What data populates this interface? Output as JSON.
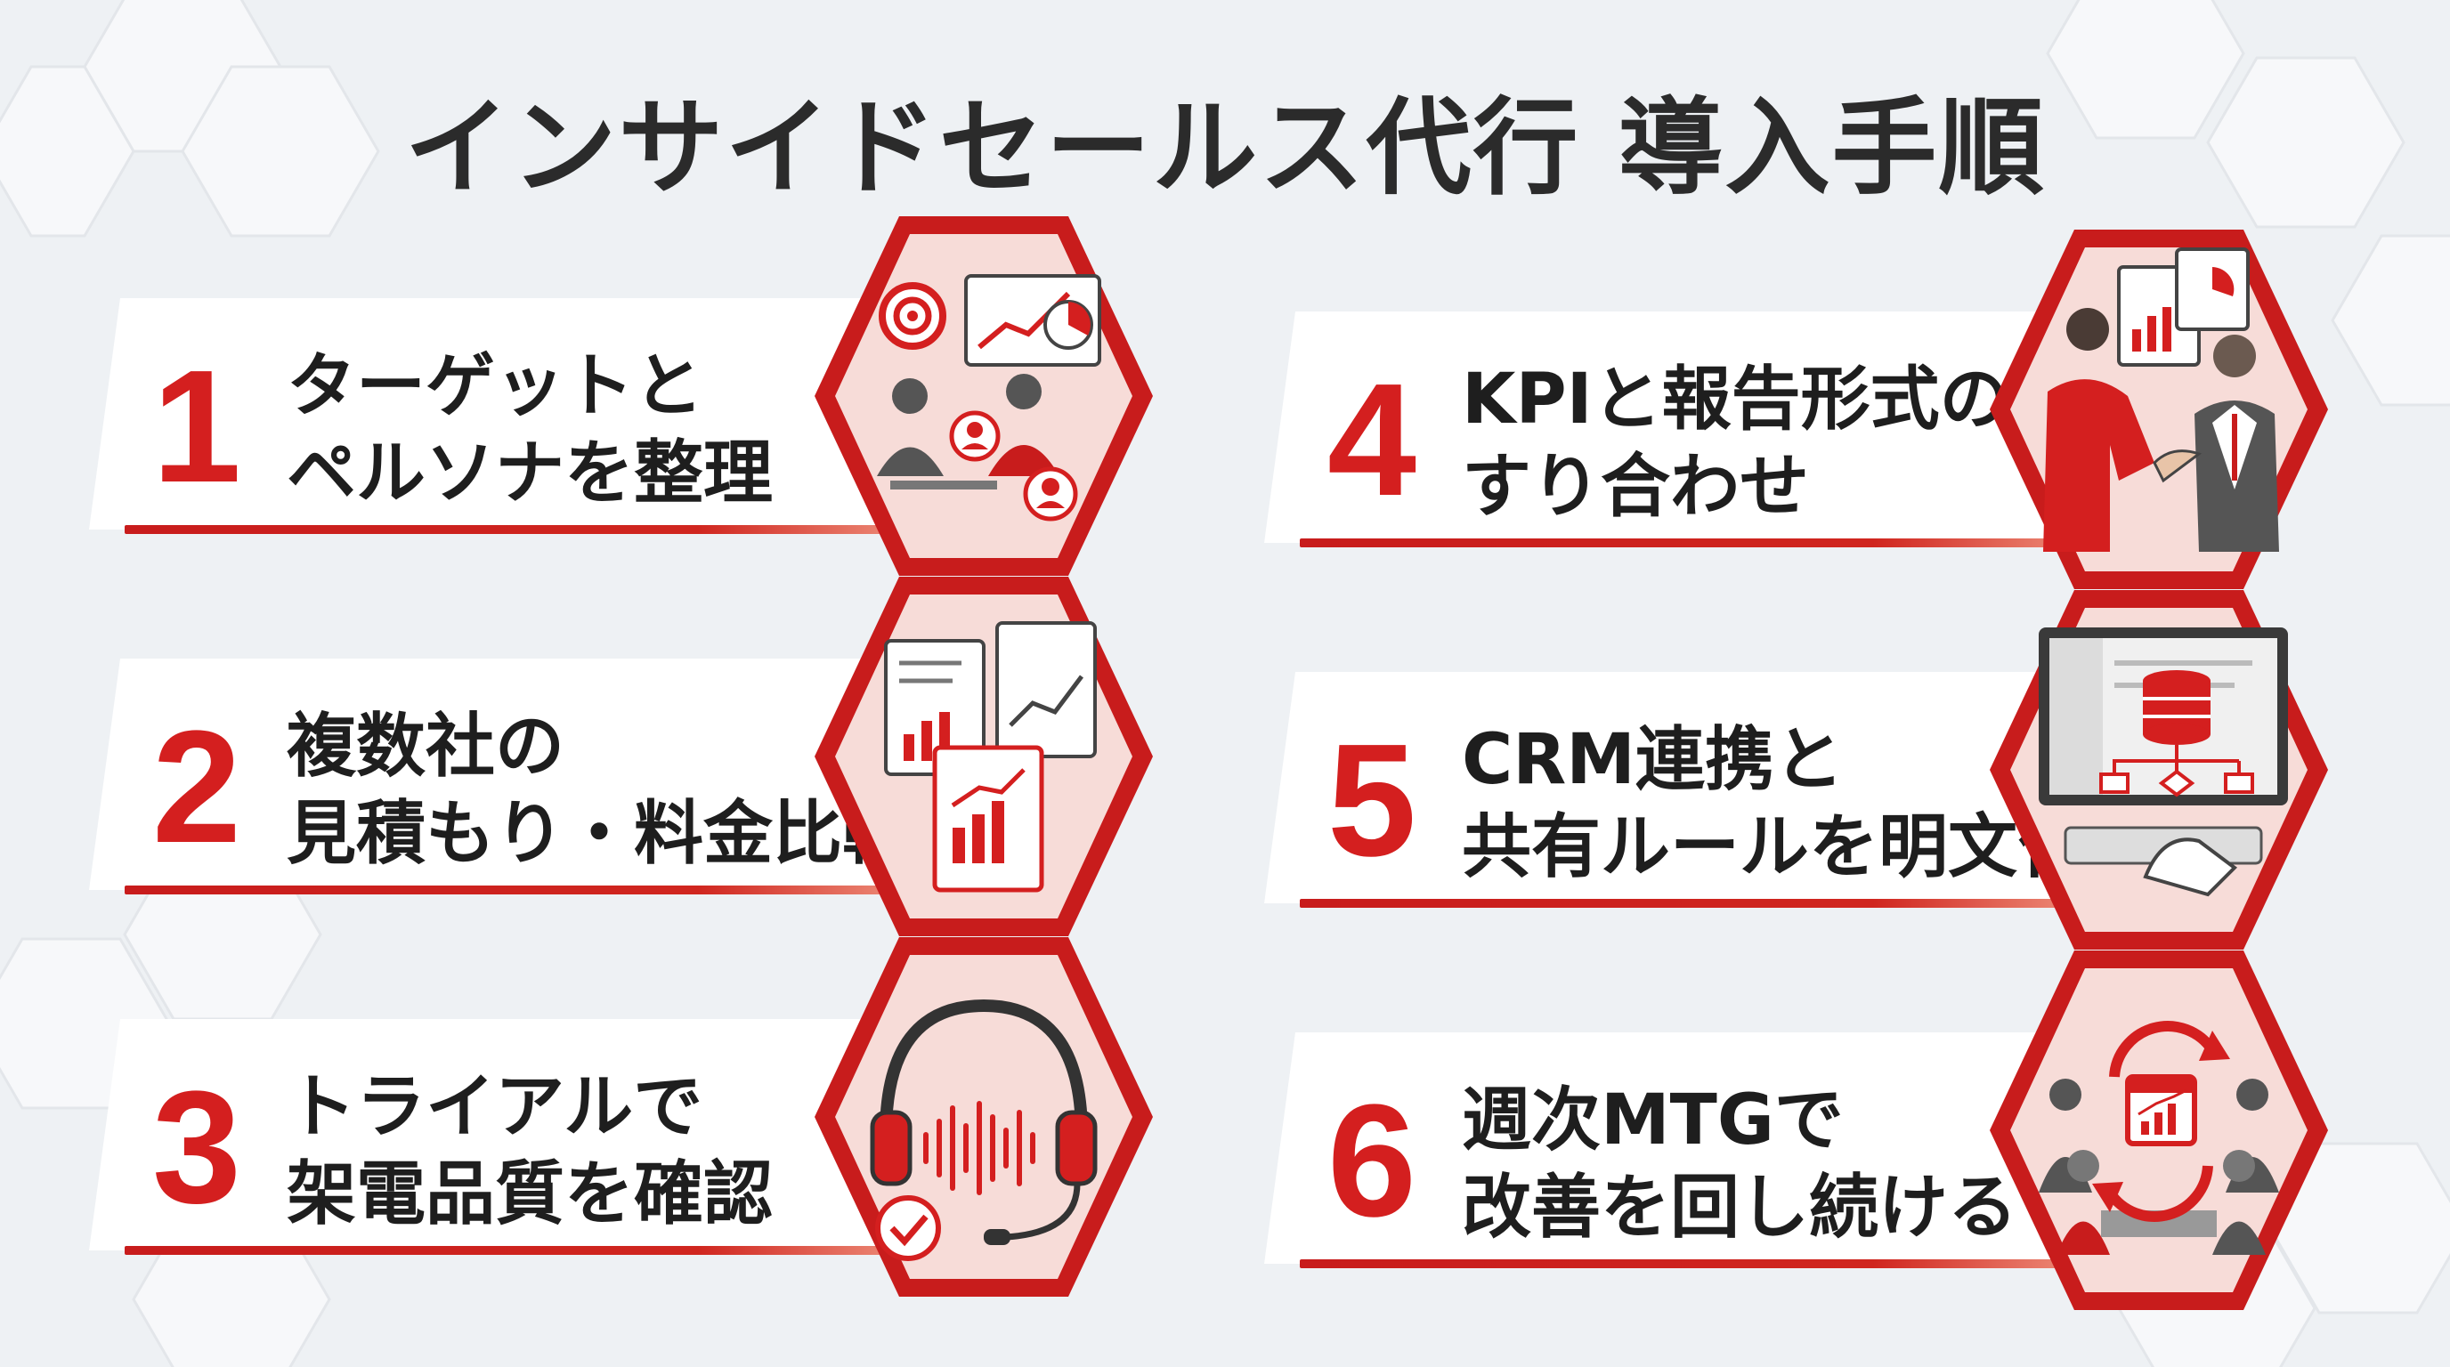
{
  "title": "インサイドセールス代行 導入手順",
  "steps": [
    {
      "number": "1",
      "line1": "ターゲットと",
      "line2": "ペルソナを整理",
      "icon": "strategy-meeting-icon"
    },
    {
      "number": "2",
      "line1": "複数社の",
      "line2": "見積もり・料金比較",
      "icon": "quote-comparison-icon"
    },
    {
      "number": "3",
      "line1": "トライアルで",
      "line2": "架電品質を確認",
      "icon": "headset-check-icon"
    },
    {
      "number": "4",
      "line1": "KPIと報告形式の",
      "line2": "すり合わせ",
      "icon": "handshake-icon"
    },
    {
      "number": "5",
      "line1": "CRM連携と",
      "line2": "共有ルールを明文化",
      "icon": "crm-database-icon"
    },
    {
      "number": "6",
      "line1": "週次MTGで",
      "line2": "改善を回し続ける",
      "icon": "weekly-meeting-icon"
    }
  ],
  "colors": {
    "accent": "#d41f1f",
    "accent_dark": "#b81616",
    "text": "#1e1e1e",
    "background": "#eef1f4",
    "card": "#ffffff"
  }
}
